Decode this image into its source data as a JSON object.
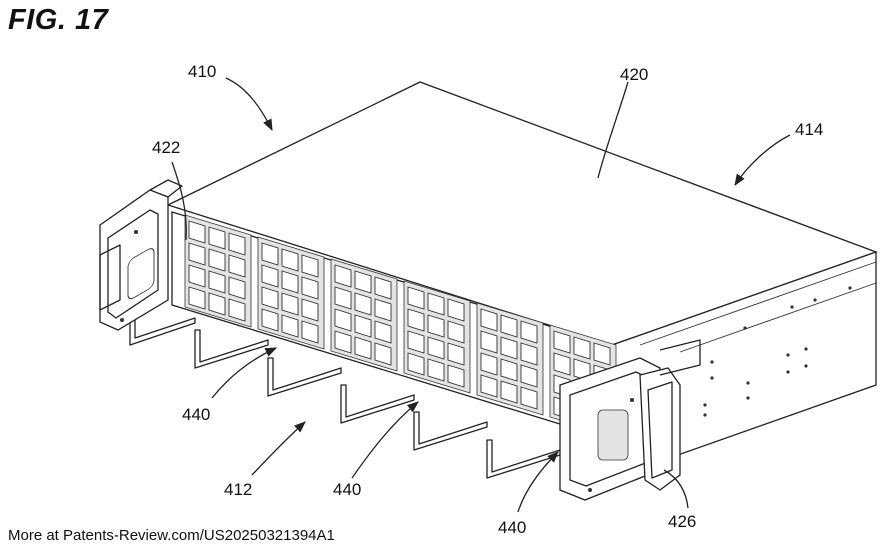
{
  "figure": {
    "title": "FIG. 17"
  },
  "reference_numerals": {
    "n410": "410",
    "n420": "420",
    "n414": "414",
    "n422": "422",
    "n440a": "440",
    "n440b": "440",
    "n440c": "440",
    "n412": "412",
    "n426": "426"
  },
  "footer": {
    "source_text": "More at Patents-Review.com/US20250321394A1"
  }
}
